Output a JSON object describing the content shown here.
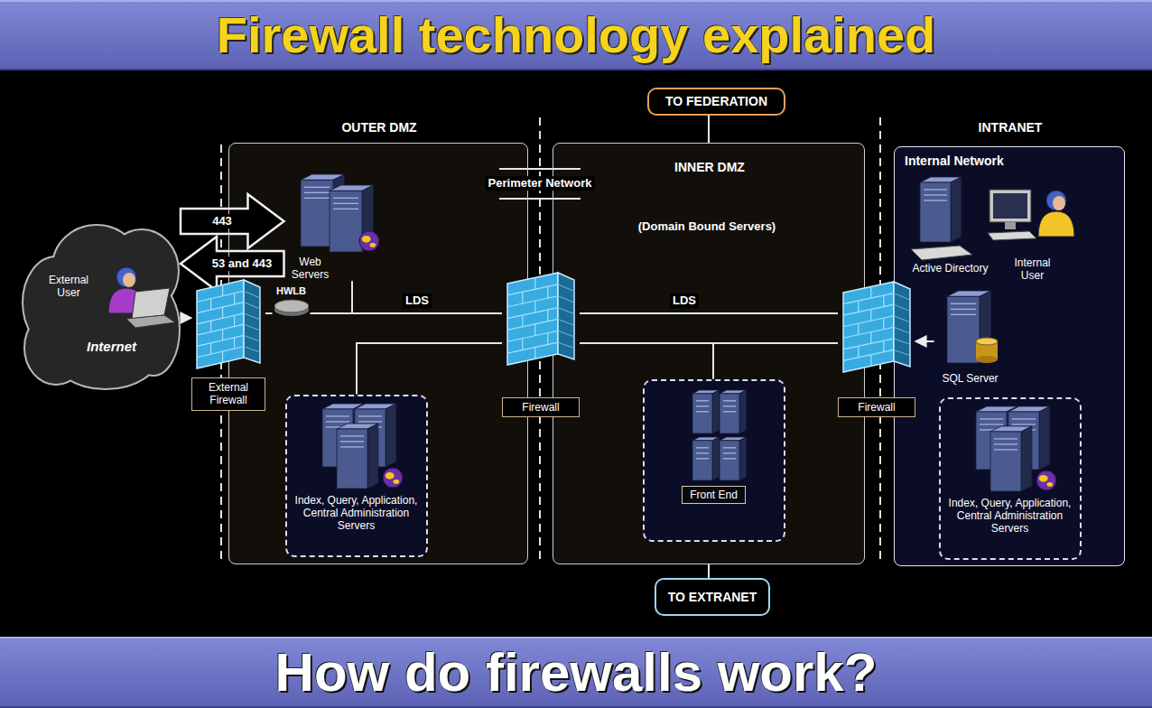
{
  "diagram": {
    "title": "Firewall technology explained",
    "caption": "How do firewalls work?",
    "nodes": [
      {
        "text": [
          "TO FEDERATION"
        ]
      },
      {
        "text": [
          "External User",
          "Internet"
        ]
      },
      {
        "text": [
          "External Firewall"
        ]
      },
      {
        "text": [
          "OUTER DMZ"
        ]
      },
      {
        "text": [
          "Web Servers"
        ],
        "in": 3
      },
      {
        "text": [
          "HWLB"
        ],
        "in": 3
      },
      {
        "text": [
          "Index, Query, Application, Central Administration Servers"
        ],
        "in": 3
      },
      {
        "text": [
          "Firewall"
        ]
      },
      {
        "text": [
          "INNER DMZ",
          "(Domain Bound Servers)"
        ]
      },
      {
        "text": [
          "Front End"
        ],
        "in": 8
      },
      {
        "text": [
          "Firewall"
        ]
      },
      {
        "text": [
          "INTRANET",
          "Internal Network"
        ]
      },
      {
        "text": [
          "Active Directory"
        ],
        "in": 11
      },
      {
        "text": [
          "Internal User"
        ],
        "in": 11
      },
      {
        "text": [
          "SQL Server"
        ],
        "in": 11
      },
      {
        "text": [
          "Index, Query, Application, Central Administration Servers"
        ],
        "in": 11
      },
      {
        "text": [
          "TO EXTRANET"
        ]
      }
    ],
    "edges": [
      {
        "from": 1,
        "to": 2,
        "arrow": "to"
      },
      {
        "from": 4,
        "to": 1,
        "arrow": "to",
        "label": "53 and 443"
      },
      {
        "from": 1,
        "to": 4,
        "arrow": "to",
        "label": "443"
      },
      {
        "from": 2,
        "to": 5,
        "arrow": "none"
      },
      {
        "from": 5,
        "to": 7,
        "arrow": "none",
        "label": "LDS"
      },
      {
        "from": 4,
        "to": 7,
        "arrow": "none"
      },
      {
        "from": 6,
        "to": 7,
        "arrow": "none"
      },
      {
        "from": 7,
        "to": 10,
        "arrow": "none",
        "label": "LDS"
      },
      {
        "from": 7,
        "to": 9,
        "arrow": "none"
      },
      {
        "from": 9,
        "to": 10,
        "arrow": "none"
      },
      {
        "from": 14,
        "to": 10,
        "arrow": "to"
      },
      {
        "from": 0,
        "to": 8,
        "arrow": "none"
      },
      {
        "from": 8,
        "to": 16,
        "arrow": "none"
      }
    ],
    "labels": [
      "Perimeter Network"
    ]
  }
}
